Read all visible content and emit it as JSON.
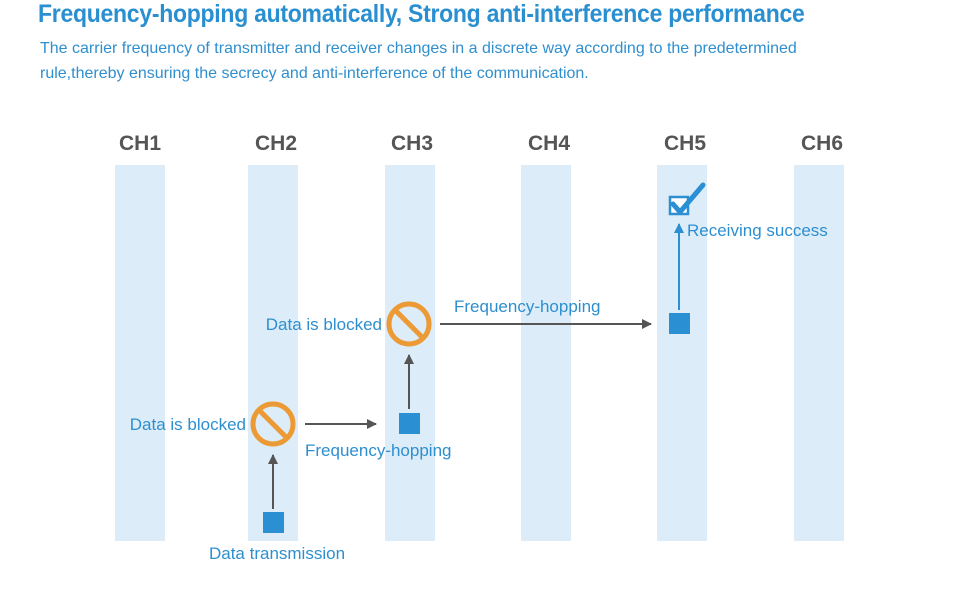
{
  "title": "Frequency-hopping automatically, Strong anti-interference performance",
  "description": {
    "line1": "The carrier frequency of transmitter and receiver changes in a discrete way according to the predetermined",
    "line2": "rule,thereby ensuring the secrecy and anti-interference of the communication."
  },
  "channels": [
    "CH1",
    "CH2",
    "CH3",
    "CH4",
    "CH5",
    "CH6"
  ],
  "labels": {
    "data_transmission": "Data transmission",
    "blocked_ch2": "Data is blocked",
    "hopping_ch2_to_ch3": "Frequency-hopping",
    "blocked_ch3": "Data is blocked",
    "hopping_ch3_to_ch5": "Frequency-hopping",
    "receiving_success": "Receiving success"
  },
  "colors": {
    "title": "#2a8fd0",
    "text": "#2d8fcf",
    "channel_band": "#dcecf8",
    "channel_label": "#555555",
    "packet": "#2b8fd4",
    "blocked": "#ec9a35",
    "arrow": "#555555",
    "arrow_success": "#2b8fd4"
  },
  "icons": {
    "packet": "square-packet-icon",
    "blocked": "prohibited-icon",
    "success": "checkbox-checked-icon"
  }
}
